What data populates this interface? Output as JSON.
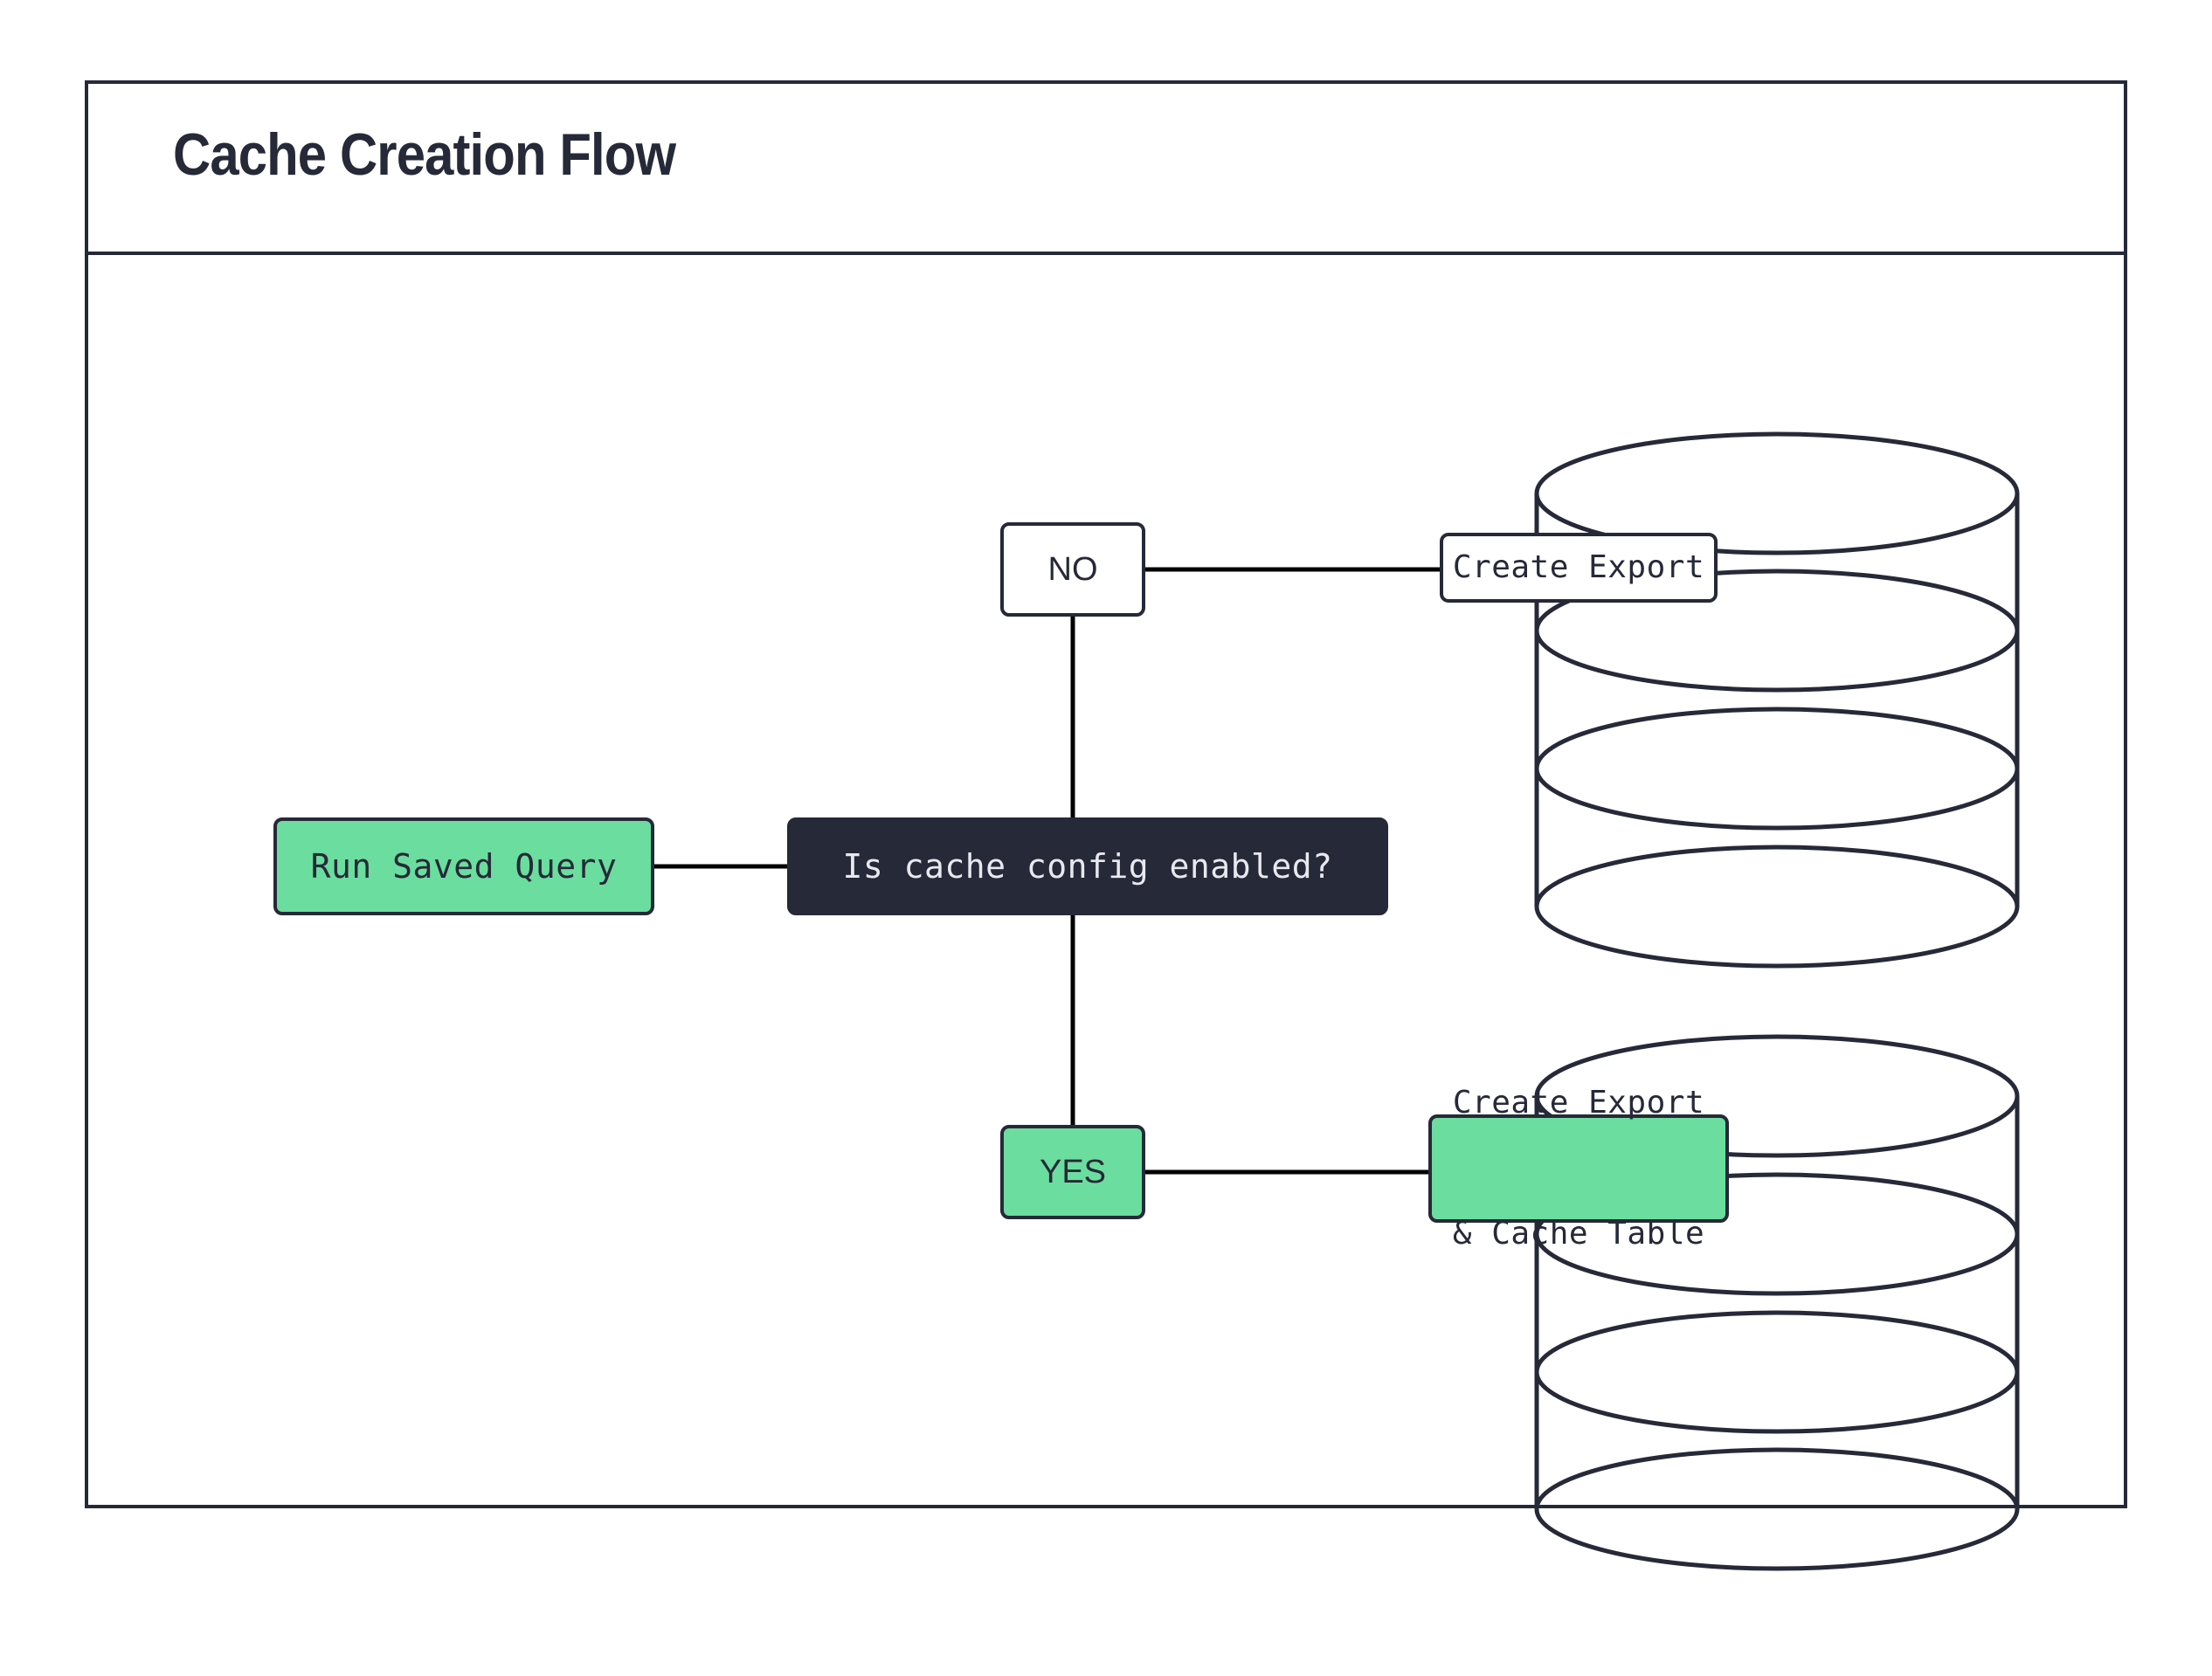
{
  "diagram": {
    "title": "Cache Creation Flow",
    "colors": {
      "ink": "#262938",
      "accent_green": "#6BDD9F",
      "node_dark_fill": "#262938",
      "node_dark_text": "#e8e9ef",
      "page_background": "#ffffff",
      "connector": "#000000"
    },
    "nodes": [
      {
        "id": "run-saved-query",
        "label": "Run Saved Query",
        "shape": "rounded-rect",
        "fill": "green"
      },
      {
        "id": "decision",
        "label": "Is cache config enabled?",
        "shape": "rounded-rect",
        "fill": "dark"
      },
      {
        "id": "no",
        "label": "NO",
        "shape": "rounded-rect",
        "fill": "white"
      },
      {
        "id": "yes",
        "label": "YES",
        "shape": "rounded-rect",
        "fill": "green"
      },
      {
        "id": "create-export",
        "label": "Create Export",
        "shape": "cylinder",
        "fill": "white"
      },
      {
        "id": "create-export-cache",
        "label_line1": "Create Export",
        "label_line2": "& Cache Table",
        "shape": "cylinder",
        "fill": "green"
      }
    ],
    "edges": [
      {
        "from": "run-saved-query",
        "to": "decision",
        "label": ""
      },
      {
        "from": "decision",
        "to": "no",
        "label": "NO"
      },
      {
        "from": "decision",
        "to": "yes",
        "label": "YES"
      },
      {
        "from": "no",
        "to": "create-export",
        "label": ""
      },
      {
        "from": "yes",
        "to": "create-export-cache",
        "label": ""
      }
    ]
  }
}
